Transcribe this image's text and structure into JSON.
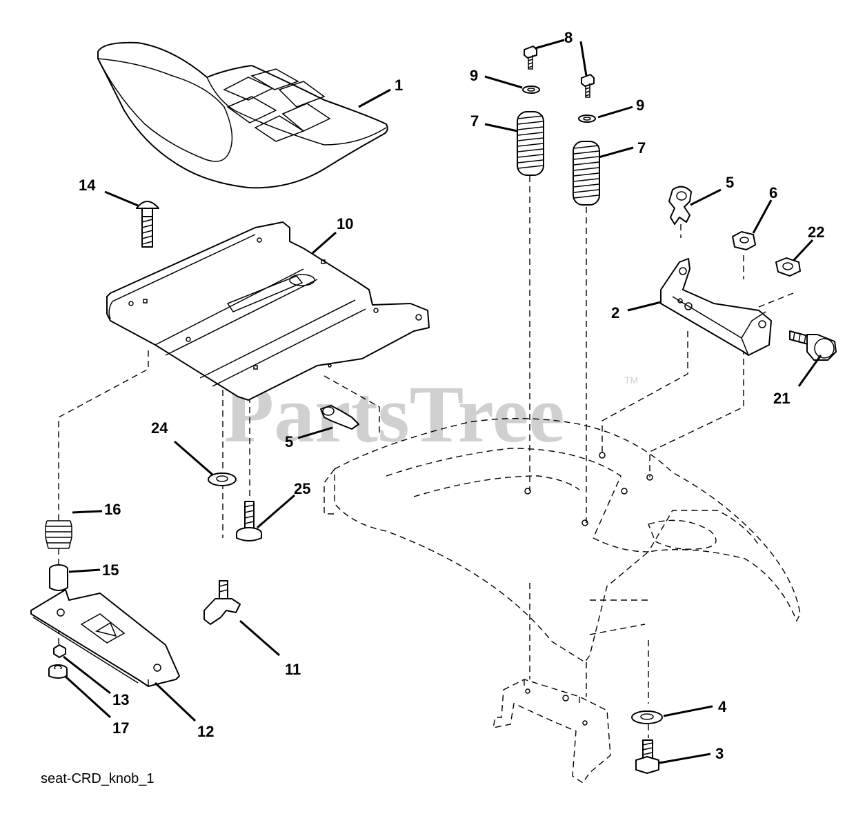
{
  "watermark": {
    "text": "PartsTree",
    "trademark": "TM"
  },
  "caption": "seat-CRD_knob_1",
  "callouts": {
    "c1": "1",
    "c2": "2",
    "c3": "3",
    "c4": "4",
    "c5a": "5",
    "c5b": "5",
    "c6": "6",
    "c7a": "7",
    "c7b": "7",
    "c8": "8",
    "c9a": "9",
    "c9b": "9",
    "c10": "10",
    "c11": "11",
    "c12": "12",
    "c13": "13",
    "c14": "14",
    "c15": "15",
    "c16": "16",
    "c17": "17",
    "c21": "21",
    "c22": "22",
    "c24": "24",
    "c25": "25"
  }
}
